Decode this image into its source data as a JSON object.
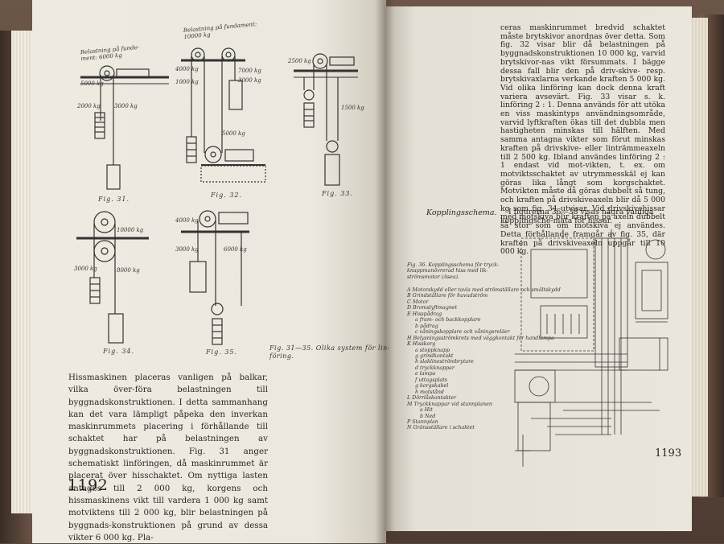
{
  "left_page": {
    "page_number": "1192",
    "figures": {
      "fig31": {
        "caption": "Fig. 31.",
        "annotation_top": "Belastning på funde-\nment: 6000 kg",
        "w1": "5000 kg",
        "w2": "2000 kg",
        "w3": "3000 kg"
      },
      "fig32": {
        "caption": "Fig. 32.",
        "annotation_top": "Belastning på fundament:\n10000 kg",
        "w1": "4000 kg",
        "w2": "1000 kg",
        "w3": "7000 kg",
        "w4": "3000 kg",
        "w5": "5000 kg"
      },
      "fig33": {
        "caption": "Fig. 33.",
        "w1": "2500 kg",
        "w2": "1500 kg"
      },
      "fig34": {
        "caption": "Fig. 34.",
        "w1": "10000 kg",
        "w2": "3000 kg",
        "w3": "8000 kg"
      },
      "fig35": {
        "caption": "Fig. 35.",
        "w1": "4000 kg",
        "w2": "3000 kg",
        "w3": "6000 kg"
      },
      "combined_caption": "Fig. 31—35. Olika system för lin-\nföring."
    },
    "body_text": "Hissmaskinen placeras vanligen på balkar, vilka över-föra belastningen till byggnadskonstruktionen. I detta sammanhang kan det vara lämpligt påpeka den inverkan maskinrummets placering i förhållande till schaktet har på belastningen av byggnadskonstruktionen. Fig. 31 anger schematiskt linföringen, då maskinrummet är placerat över hisschaktet. Om nyttiga lasten antages till 2 000 kg, korgens och hissmaskinens vikt till vardera 1 000 kg samt motviktens till 2 000 kg, blir belastningen på byggnads-konstruktionen på grund av dessa vikter 6 000 kg. Pla-"
  },
  "right_page": {
    "page_number": "1193",
    "body_text": "ceras maskinrummet bredvid schaktet måste brytskivor anordnas över detta. Som fig. 32 visar blir då belastningen på byggnadskonstruktionen 10 000 kg, varvid brytskivor-nas vikt försummats. I bägge dessa fall blir den på driv-skive- resp. brytskivaxlarna verkande kraften 5 000 kg. Vid olika linföring kan dock denna kraft variera avsevärt. Fig. 33 visar s. k. linföring 2 : 1. Denna används för att utöka en viss maskintyps användningsområde, varvid lyftkraften ökas till det dubbla men hastigheten minskas till hälften. Med samma antagna vikter som förut minskas kraften på drivskive- eller linträmmeaxeln till 2 500 kg. Ibland användes linföring 2 : 1 endast vid mot-vikten, t. ex. om motviktsschaktet av utrymmesskäl ej kan göras lika långt som korgschaktet. Motvikten måste då göras dubbelt så tung, och kraften på drivskiveaxeln blir då 5 000 kg som fig. 34 utvisar. Vid drivskivehissar med motskiva blir kraften på axeln dubbelt så stor som om motskiva ej användes. Detta förhållande framgår av fig. 35, där kraften på drivskiveaxeln uppgår till 10 000 kg.",
    "section_heading": "Kopplingsschema.",
    "section_text": "I figurerna 36—38 visas några vanliga kopplingsche-mata för hissar.",
    "fig36_caption": "Fig. 36. Kopplingsschema för tryck-knappmanövrerad hiss med lik-strömsmotor (Asea).",
    "legend": [
      {
        "text": "A  Motorskydd eller tavla med strömställare och smältskydd",
        "level": 0
      },
      {
        "text": "B  Grindställare för huvudström",
        "level": 0
      },
      {
        "text": "C  Motor",
        "level": 0
      },
      {
        "text": "D  Bromslyftmagnet",
        "level": 0
      },
      {
        "text": "E  Hisspådrag",
        "level": 0
      },
      {
        "text": "a  fram- och backkopplare",
        "level": 1
      },
      {
        "text": "b  pådrag",
        "level": 1
      },
      {
        "text": "c  våningskopplare och våningsreläer",
        "level": 1
      },
      {
        "text": "H  Belysningsströmkrets med väggkontakt för handlampa",
        "level": 0
      },
      {
        "text": "K  Hisskorg",
        "level": 0
      },
      {
        "text": "a  stoppknapp",
        "level": 1
      },
      {
        "text": "g  grindkontakt",
        "level": 1
      },
      {
        "text": "h  slaklineströmbrytare",
        "level": 1
      },
      {
        "text": "d  tryckknappar",
        "level": 1
      },
      {
        "text": "e  lampa",
        "level": 1
      },
      {
        "text": "f  uttagsplats",
        "level": 1
      },
      {
        "text": "g  korgskabel",
        "level": 1
      },
      {
        "text": "h  motstånd",
        "level": 1
      },
      {
        "text": "L  Dörrlåskontakter",
        "level": 0
      },
      {
        "text": "M  Tryckknappar vid stannplanen",
        "level": 0
      },
      {
        "text": "a  Hit",
        "level": 2
      },
      {
        "text": "b  Ned",
        "level": 2
      },
      {
        "text": "P  Stannplan",
        "level": 0
      },
      {
        "text": "N  Gränsställare i schaktet",
        "level": 0
      }
    ]
  }
}
